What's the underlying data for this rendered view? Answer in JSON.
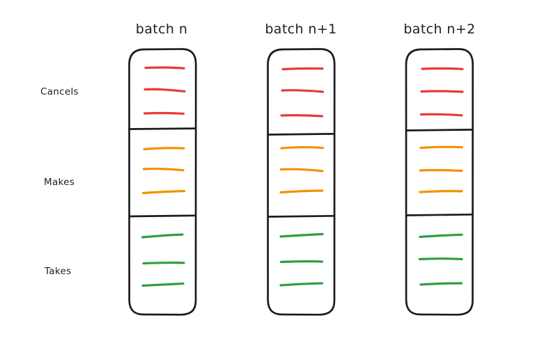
{
  "diagram": {
    "title_row": {
      "columns": [
        {
          "label": "batch n"
        },
        {
          "label": "batch n+1"
        },
        {
          "label": "batch n+2"
        }
      ]
    },
    "row_labels": [
      {
        "label": "Cancels"
      },
      {
        "label": "Makes"
      },
      {
        "label": "Takes"
      }
    ],
    "colors": {
      "cancels": "#E83A3A",
      "makes": "#F39200",
      "takes": "#2E9E41",
      "outline": "#1c1c1c",
      "background": "#ffffff",
      "text": "#1e1e1e"
    },
    "columns": [
      {
        "name": "batch n",
        "sections": [
          {
            "row": "Cancels",
            "color": "#E83A3A",
            "line_count": 3
          },
          {
            "row": "Makes",
            "color": "#F39200",
            "line_count": 3
          },
          {
            "row": "Takes",
            "color": "#2E9E41",
            "line_count": 3
          }
        ]
      },
      {
        "name": "batch n+1",
        "sections": [
          {
            "row": "Cancels",
            "color": "#E83A3A",
            "line_count": 3
          },
          {
            "row": "Makes",
            "color": "#F39200",
            "line_count": 3
          },
          {
            "row": "Takes",
            "color": "#2E9E41",
            "line_count": 3
          }
        ]
      },
      {
        "name": "batch n+2",
        "sections": [
          {
            "row": "Cancels",
            "color": "#E83A3A",
            "line_count": 3
          },
          {
            "row": "Makes",
            "color": "#F39200",
            "line_count": 3
          },
          {
            "row": "Takes",
            "color": "#2E9E41",
            "line_count": 3
          }
        ]
      }
    ]
  }
}
